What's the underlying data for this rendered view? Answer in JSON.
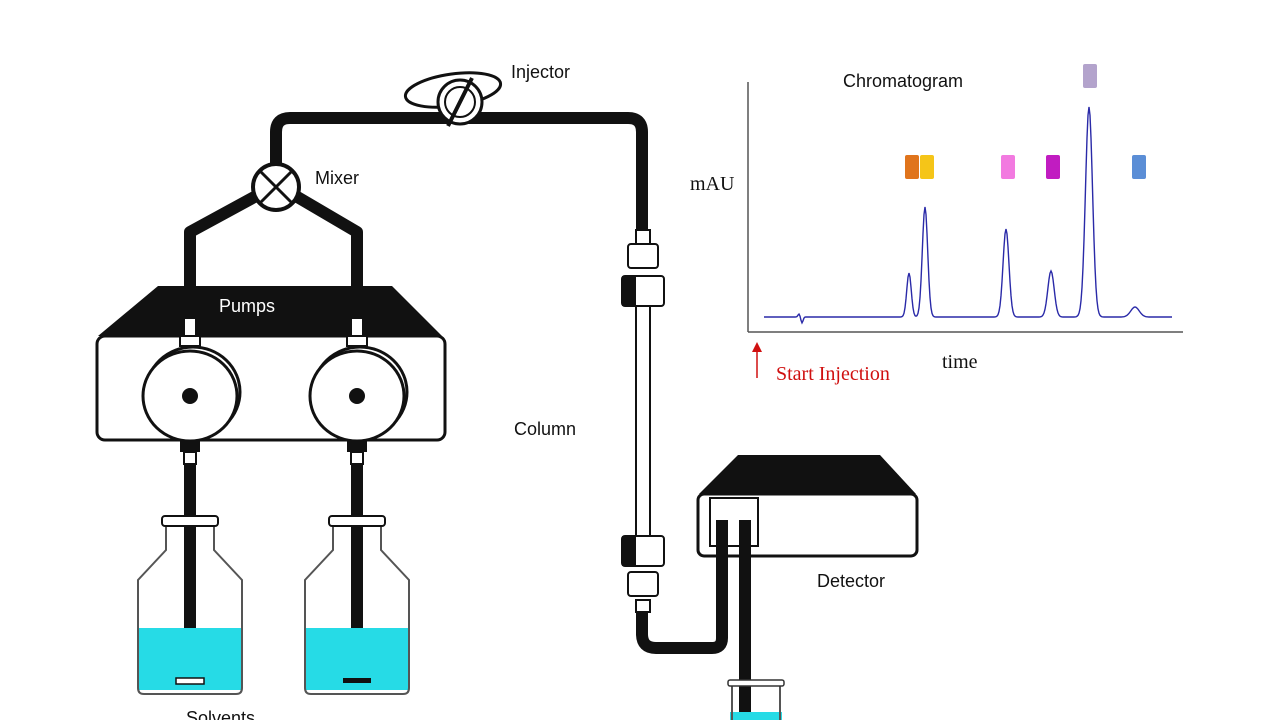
{
  "labels": {
    "injector": "Injector",
    "mixer": "Mixer",
    "pumps": "Pumps",
    "column": "Column",
    "detector": "Detector",
    "solvents": "Solvents"
  },
  "chromatogram": {
    "title": "Chromatogram",
    "ylabel": "mAU",
    "xlabel": "time",
    "start_label": "Start Injection",
    "start_color": "#d01010",
    "trace_color": "#2a2aa8",
    "peak_markers": [
      {
        "color": "#e0741c"
      },
      {
        "color": "#f5c518"
      },
      {
        "color": "#f27ae0"
      },
      {
        "color": "#c11cc1"
      },
      {
        "color": "#b3a3cc"
      },
      {
        "color": "#5b8ed6"
      }
    ]
  },
  "colors": {
    "solvent": "#26dbe6",
    "tubing": "#111111"
  }
}
